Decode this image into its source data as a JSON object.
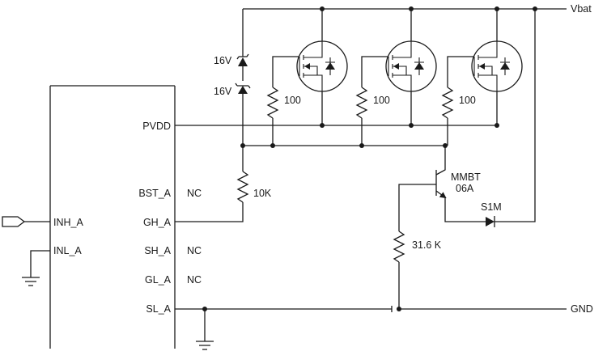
{
  "diagram": {
    "ic": {
      "pins_left": [
        {
          "label": "INH_A"
        },
        {
          "label": "INL_A"
        }
      ],
      "pins_right": [
        {
          "label": "PVDD"
        },
        {
          "label": "BST_A",
          "connection": "NC"
        },
        {
          "label": "GH_A"
        },
        {
          "label": "SH_A",
          "connection": "NC"
        },
        {
          "label": "GL_A",
          "connection": "NC"
        },
        {
          "label": "SL_A"
        }
      ]
    },
    "rails": {
      "vbat": "Vbat",
      "gnd": "GND"
    },
    "zeners": [
      {
        "label": "16V"
      },
      {
        "label": "16V"
      }
    ],
    "gate_resistors": [
      {
        "label": "100"
      },
      {
        "label": "100"
      },
      {
        "label": "100"
      }
    ],
    "gate_pullup": {
      "label": "10K"
    },
    "transistor": {
      "line1": "MMBT",
      "line2": "06A"
    },
    "diode": {
      "label": "S1M"
    },
    "emitter_resistor": {
      "label": "31.6 K"
    },
    "mosfet_count": 3
  }
}
